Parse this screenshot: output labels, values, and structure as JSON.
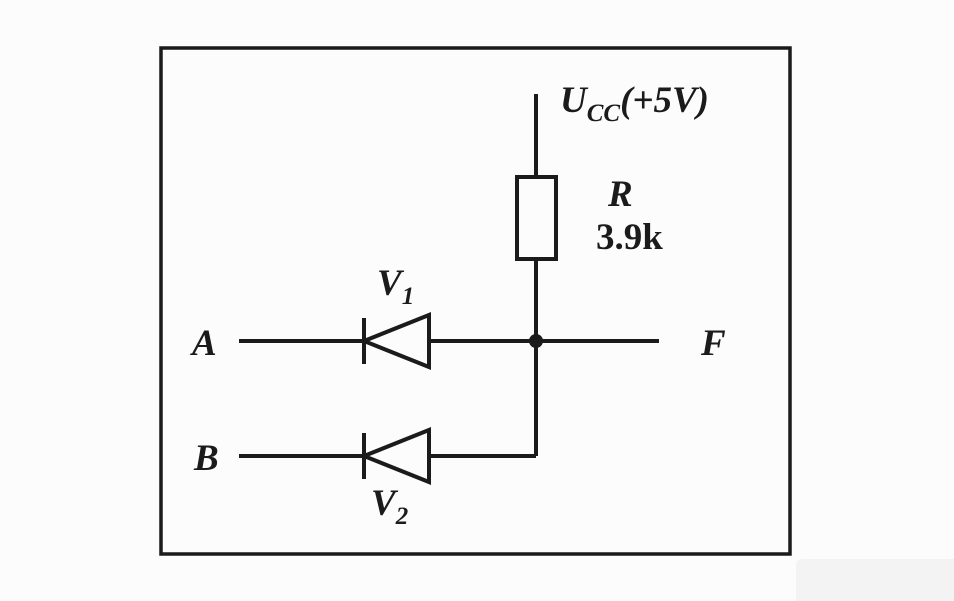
{
  "colors": {
    "ink": "#1b1b1b",
    "paper": "#fcfcfc"
  },
  "circuit": {
    "supply": {
      "name": "U",
      "sub": "CC",
      "voltage": "(+5V)"
    },
    "resistor": {
      "name": "R",
      "value": "3.9k"
    },
    "diode1": {
      "name": "V",
      "sub": "1"
    },
    "diode2": {
      "name": "V",
      "sub": "2"
    },
    "input_a": "A",
    "input_b": "B",
    "output": "F"
  }
}
